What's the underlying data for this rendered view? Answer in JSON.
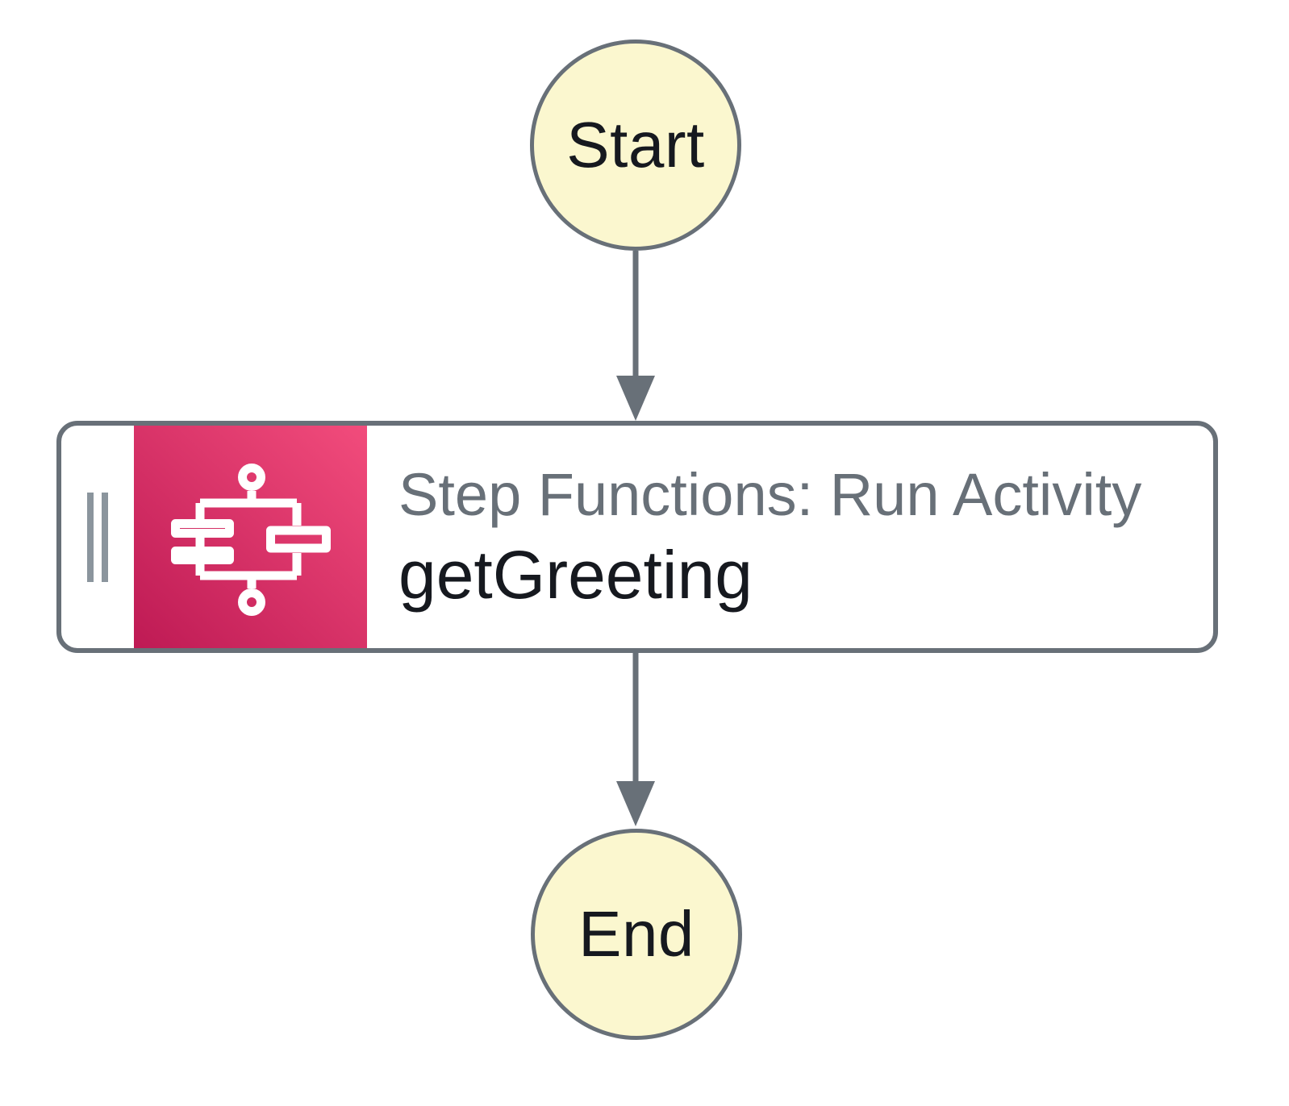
{
  "diagram": {
    "start": {
      "label": "Start"
    },
    "end": {
      "label": "End"
    },
    "task": {
      "type_label": "Step Functions: Run Activity",
      "name": "getGreeting",
      "icon": "aws-step-functions"
    },
    "colors": {
      "canvas_bg": "#ffffff",
      "terminal_fill": "#fbf7cf",
      "stroke_gray": "#687078",
      "drag_handle_gray": "#8b959d",
      "icon_gradient_from": "#be1a54",
      "icon_gradient_to": "#f24c7c",
      "icon_glyph": "#ffffff",
      "type_text": "#687078",
      "name_text": "#16191f"
    }
  }
}
